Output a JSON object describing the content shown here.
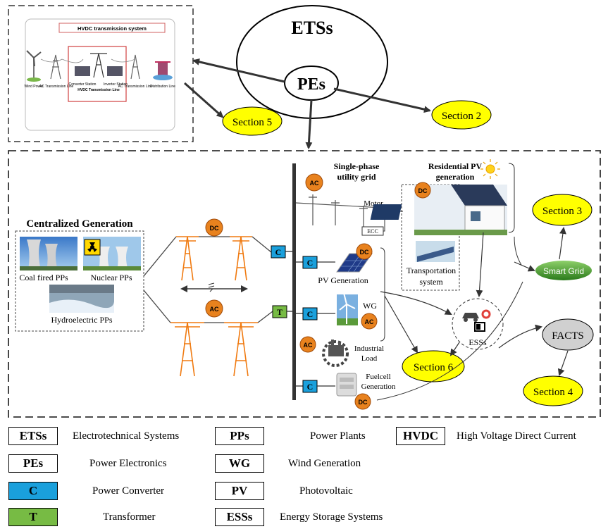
{
  "top": {
    "ets_label": "ETSs",
    "pe_label": "PEs",
    "hvdc_title": "HVDC  transmission system",
    "hvdc_items": {
      "wind_power": "Wind Power",
      "ac_line_1": "AC Transmission Line",
      "converter_station": "Converter Station",
      "hvdc_line": "HVDC Transmission Line",
      "inverter_station": "Inverter Station",
      "ac_line_2": "AC Transmission Line",
      "distribution_line": "Distribution Line"
    },
    "section2": "Section 2",
    "section5": "Section 5"
  },
  "bottom": {
    "centralized_title": "Centralized Generation",
    "coal": "Coal fired PPs",
    "nuclear": "Nuclear PPs",
    "hydro": "Hydroelectric PPs",
    "dc": "DC",
    "ac": "AC",
    "c": "C",
    "t": "T",
    "single_phase_1": "Single-phase",
    "single_phase_2": "utility grid",
    "residential_1": "Residential PV",
    "residential_2": "generation",
    "motor": "Motor",
    "ecc": "ECC",
    "transport_1": "Transportation",
    "transport_2": "system",
    "pv_generation": "PV Generation",
    "wg": "WG",
    "industrial_1": "Industrial",
    "industrial_2": "Load",
    "fuelcell_1": "Fuelcell",
    "fuelcell_2": "Generation",
    "esss": "ESSs",
    "smart_grid": "Smart Grid",
    "facts": "FACTS",
    "section3": "Section 3",
    "section4": "Section 4",
    "section6": "Section 6"
  },
  "legend": [
    {
      "abbr": "ETSs",
      "desc": "Electrotechnical Systems",
      "style": "plain"
    },
    {
      "abbr": "PPs",
      "desc": "Power Plants",
      "style": "plain"
    },
    {
      "abbr": "HVDC",
      "desc": "High Voltage Direct Current",
      "style": "plain"
    },
    {
      "abbr": "PEs",
      "desc": "Power Electronics",
      "style": "plain"
    },
    {
      "abbr": "WG",
      "desc": "Wind Generation",
      "style": "plain"
    },
    {
      "abbr": "C",
      "desc": "Power Converter",
      "style": "blue"
    },
    {
      "abbr": "PV",
      "desc": "Photovoltaic",
      "style": "plain"
    },
    {
      "abbr": "T",
      "desc": "Transformer",
      "style": "green"
    },
    {
      "abbr": "ESSs",
      "desc": "Energy Storage Systems",
      "style": "plain"
    }
  ],
  "colors": {
    "section_yellow": "#ffff00",
    "converter_blue": "#1aa0dc",
    "transformer_green": "#77bb44",
    "badge_orange": "#e8821e",
    "tower_orange": "#f07a10",
    "hvdc_red": "#d04040",
    "facts_gray": "#d0d0d0",
    "smart_grid_green": "#3a9a2a"
  }
}
